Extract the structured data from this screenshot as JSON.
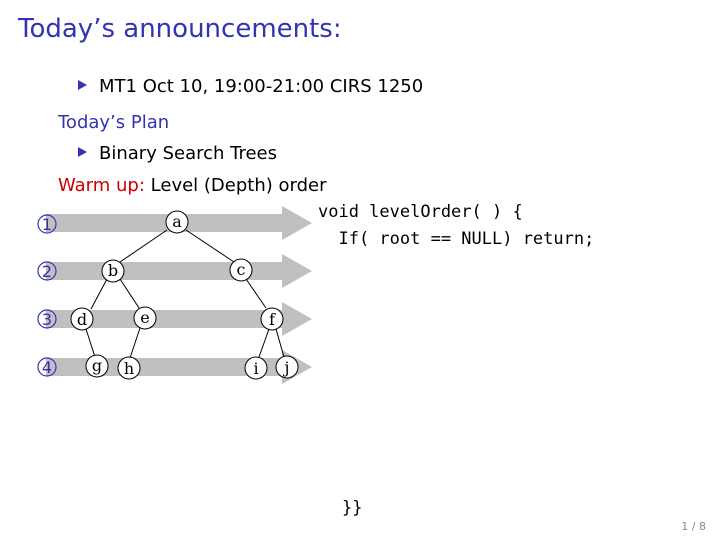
{
  "slide": {
    "title": "Today’s announcements:",
    "announcement": "MT1 Oct 10, 19:00-21:00 CIRS 1250",
    "plan_heading": "Today’s Plan",
    "plan_item": "Binary Search Trees",
    "warmup_label": "Warm up:",
    "warmup_text": "Level (Depth) order",
    "page_number": "1 / 8"
  },
  "code": {
    "line1": "void levelOrder( ) {",
    "line2": "  If( root == NULL) return;",
    "closing": "}}"
  },
  "diagram": {
    "levels": [
      "1",
      "2",
      "3",
      "4"
    ],
    "nodes": [
      "a",
      "b",
      "c",
      "d",
      "e",
      "f",
      "g",
      "h",
      "i",
      "j"
    ],
    "colors": {
      "arrow": "#c0c0c0",
      "level_circle": "#3333b3",
      "accent": "#3333b3",
      "warm": "#cc0000"
    }
  }
}
